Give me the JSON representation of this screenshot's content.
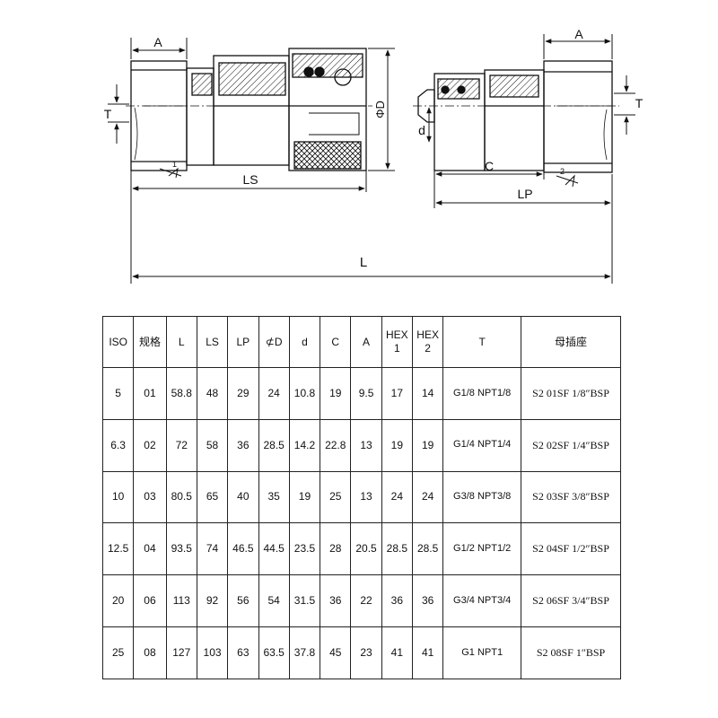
{
  "drawing": {
    "coupler": {
      "label_A": "A",
      "label_T": "T",
      "label_LS": "LS",
      "label_phiD": "ΦD",
      "mark_1": "1"
    },
    "nipple": {
      "label_A": "A",
      "label_T": "T",
      "label_C": "C",
      "label_d": "d",
      "label_LP": "LP",
      "mark_2": "2"
    },
    "label_L": "L"
  },
  "table": {
    "headers": [
      "ISO",
      "规格",
      "L",
      "LS",
      "LP",
      "⊄D",
      "d",
      "C",
      "A",
      "HEX 1",
      "HEX 2",
      "T",
      "母插座"
    ],
    "rows": [
      [
        "5",
        "01",
        "58.8",
        "48",
        "29",
        "24",
        "10.8",
        "19",
        "9.5",
        "17",
        "14",
        "G1/8 NPT1/8",
        "S2 01SF 1/8″BSP"
      ],
      [
        "6.3",
        "02",
        "72",
        "58",
        "36",
        "28.5",
        "14.2",
        "22.8",
        "13",
        "19",
        "19",
        "G1/4 NPT1/4",
        "S2 02SF 1/4″BSP"
      ],
      [
        "10",
        "03",
        "80.5",
        "65",
        "40",
        "35",
        "19",
        "25",
        "13",
        "24",
        "24",
        "G3/8 NPT3/8",
        "S2 03SF 3/8″BSP"
      ],
      [
        "12.5",
        "04",
        "93.5",
        "74",
        "46.5",
        "44.5",
        "23.5",
        "28",
        "20.5",
        "28.5",
        "28.5",
        "G1/2 NPT1/2",
        "S2 04SF 1/2″BSP"
      ],
      [
        "20",
        "06",
        "113",
        "92",
        "56",
        "54",
        "31.5",
        "36",
        "22",
        "36",
        "36",
        "G3/4 NPT3/4",
        "S2 06SF 3/4″BSP"
      ],
      [
        "25",
        "08",
        "127",
        "103",
        "63",
        "63.5",
        "37.8",
        "45",
        "23",
        "41",
        "41",
        "G1 NPT1",
        "S2 08SF 1″BSP"
      ]
    ]
  }
}
